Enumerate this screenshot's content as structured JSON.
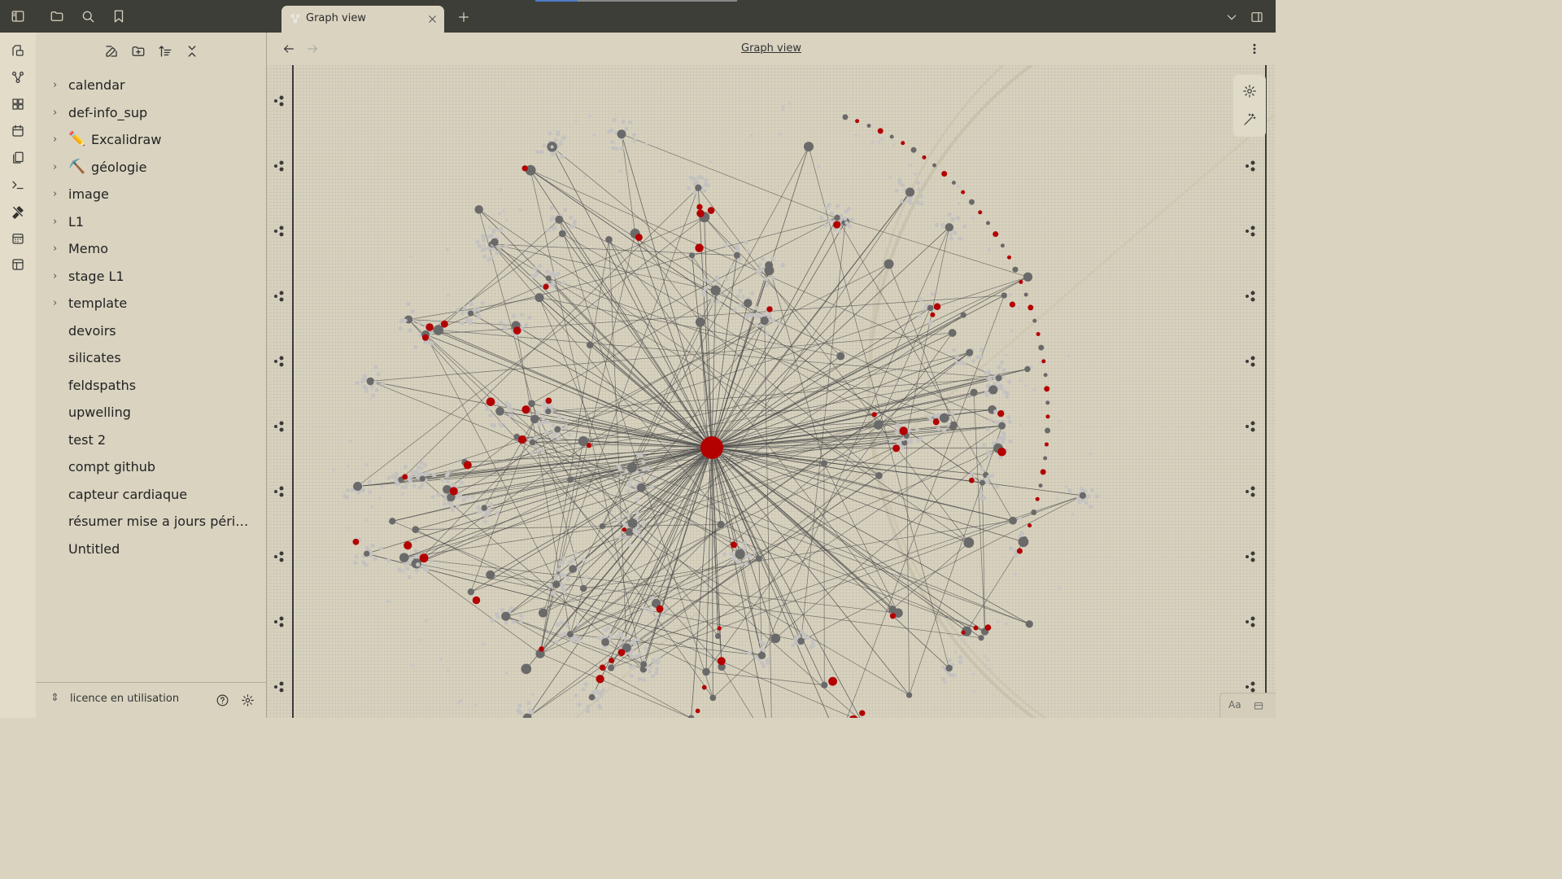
{
  "window": {
    "tab_title": "Graph view",
    "view_title": "Graph view"
  },
  "ribbon": {
    "items": [
      {
        "icon": "switcher-icon"
      },
      {
        "icon": "graph-icon"
      },
      {
        "icon": "canvas-icon"
      },
      {
        "icon": "daily-note-icon"
      },
      {
        "icon": "templates-icon"
      },
      {
        "icon": "command-palette-icon"
      },
      {
        "icon": "excalidraw-icon"
      },
      {
        "icon": "calendar-icon"
      },
      {
        "icon": "layout-icon"
      }
    ]
  },
  "sidebar": {
    "tree": [
      {
        "label": "calendar",
        "folder": true,
        "emoji": ""
      },
      {
        "label": "def-info_sup",
        "folder": true,
        "emoji": ""
      },
      {
        "label": "Excalidraw",
        "folder": true,
        "emoji": "✏️"
      },
      {
        "label": "géologie",
        "folder": true,
        "emoji": "⛏️"
      },
      {
        "label": "image",
        "folder": true,
        "emoji": ""
      },
      {
        "label": "L1",
        "folder": true,
        "emoji": ""
      },
      {
        "label": "Memo",
        "folder": true,
        "emoji": ""
      },
      {
        "label": "stage L1",
        "folder": true,
        "emoji": ""
      },
      {
        "label": "template",
        "folder": true,
        "emoji": ""
      },
      {
        "label": "devoirs",
        "folder": false,
        "emoji": ""
      },
      {
        "label": "silicates",
        "folder": false,
        "emoji": ""
      },
      {
        "label": "feldspaths",
        "folder": false,
        "emoji": ""
      },
      {
        "label": "upwelling",
        "folder": false,
        "emoji": ""
      },
      {
        "label": "test 2",
        "folder": false,
        "emoji": ""
      },
      {
        "label": "compt github",
        "folder": false,
        "emoji": ""
      },
      {
        "label": "capteur cardiaque",
        "folder": false,
        "emoji": ""
      },
      {
        "label": "résumer mise a jours périféri...",
        "folder": false,
        "emoji": ""
      },
      {
        "label": "Untitled",
        "folder": false,
        "emoji": ""
      }
    ],
    "vault_name": "licence en utilisation"
  },
  "statusbar": {
    "aa": "Aa"
  },
  "colors": {
    "accent_red": "#b30000",
    "node_grey": "#c4c2c0",
    "node_dark": "#6a6a6a",
    "link": "#4a4a4a",
    "chrome_dark": "#3e3e38",
    "background": "#d9d3c0"
  }
}
